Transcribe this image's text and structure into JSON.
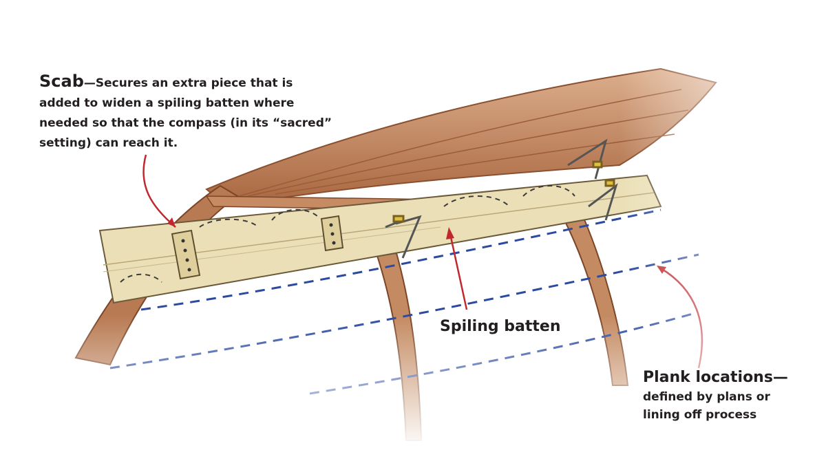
{
  "labels": {
    "scab": {
      "term": "Scab",
      "description": "—Secures an extra piece that is added to widen a spiling batten where needed so that the compass (in its “sacred” setting) can reach it."
    },
    "spiling_batten": {
      "term": "Spiling batten"
    },
    "plank_locations": {
      "term": "Plank locations—",
      "description": "defined by plans or lining off process"
    }
  },
  "colors": {
    "wood": "#b87a52",
    "wood_light": "#d9a47f",
    "batten": "#e8dcb0",
    "plank_line": "#2b4aa0",
    "arrow": "#c0282d",
    "text": "#231f20"
  }
}
